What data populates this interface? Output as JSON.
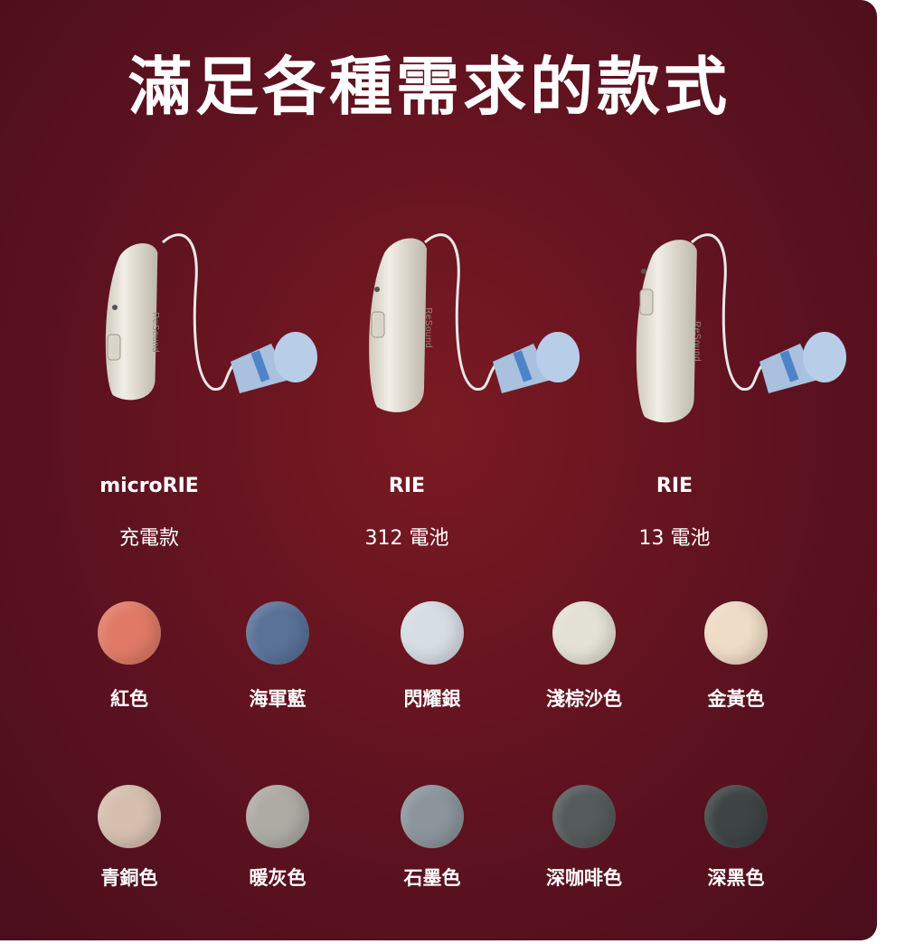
{
  "title": "滿足各種需求的款式",
  "products": [
    {
      "name": "microRIE",
      "subtitle": "充電款",
      "brand_mark": "ReSound"
    },
    {
      "name": "RIE",
      "subtitle": "312 電池",
      "brand_mark": "ReSound"
    },
    {
      "name": "RIE",
      "subtitle": "13 電池",
      "brand_mark": "ReSound"
    }
  ],
  "colors": [
    {
      "label": "紅色",
      "hex": "#e07a66"
    },
    {
      "label": "海軍藍",
      "hex": "#5a7198"
    },
    {
      "label": "閃耀銀",
      "hex": "#d6dde4"
    },
    {
      "label": "淺棕沙色",
      "hex": "#e4e2d6"
    },
    {
      "label": "金黃色",
      "hex": "#efdcc6"
    },
    {
      "label": "青銅色",
      "hex": "#d6bfae"
    },
    {
      "label": "暖灰色",
      "hex": "#aeaaa4"
    },
    {
      "label": "石墨色",
      "hex": "#8c959c"
    },
    {
      "label": "深咖啡色",
      "hex": "#555a5a"
    },
    {
      "label": "深黑色",
      "hex": "#3e4444"
    }
  ]
}
